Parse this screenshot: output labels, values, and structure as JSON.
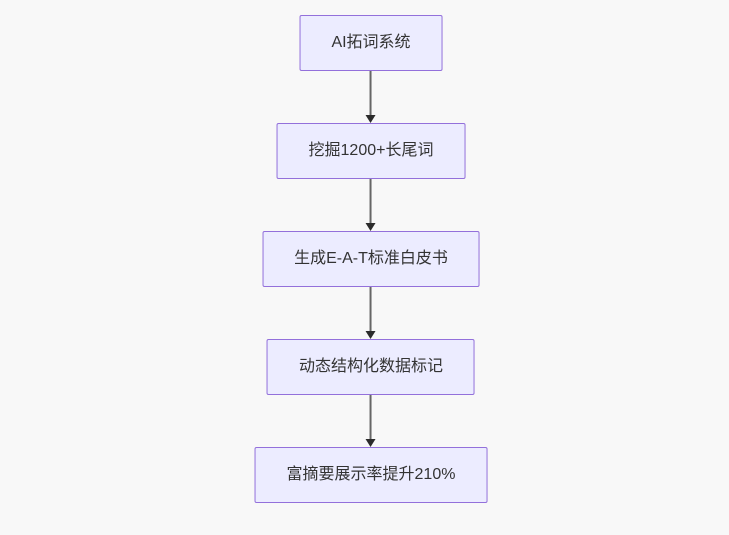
{
  "diagram": {
    "type": "flowchart",
    "direction": "top-down",
    "nodes": [
      {
        "id": "n1",
        "label": "AI拓词系统"
      },
      {
        "id": "n2",
        "label": "挖掘1200+长尾词"
      },
      {
        "id": "n3",
        "label": "生成E-A-T标准白皮书"
      },
      {
        "id": "n4",
        "label": "动态结构化数据标记"
      },
      {
        "id": "n5",
        "label": "富摘要展示率提升210%"
      }
    ],
    "edges": [
      {
        "from": "n1",
        "to": "n2"
      },
      {
        "from": "n2",
        "to": "n3"
      },
      {
        "from": "n3",
        "to": "n4"
      },
      {
        "from": "n4",
        "to": "n5"
      }
    ],
    "colors": {
      "background": "#f8f8f8",
      "node_fill": "#ececff",
      "node_border": "#9370db",
      "node_text": "#333333",
      "arrow_line": "#666666",
      "arrow_head": "#2b2b2b"
    }
  }
}
